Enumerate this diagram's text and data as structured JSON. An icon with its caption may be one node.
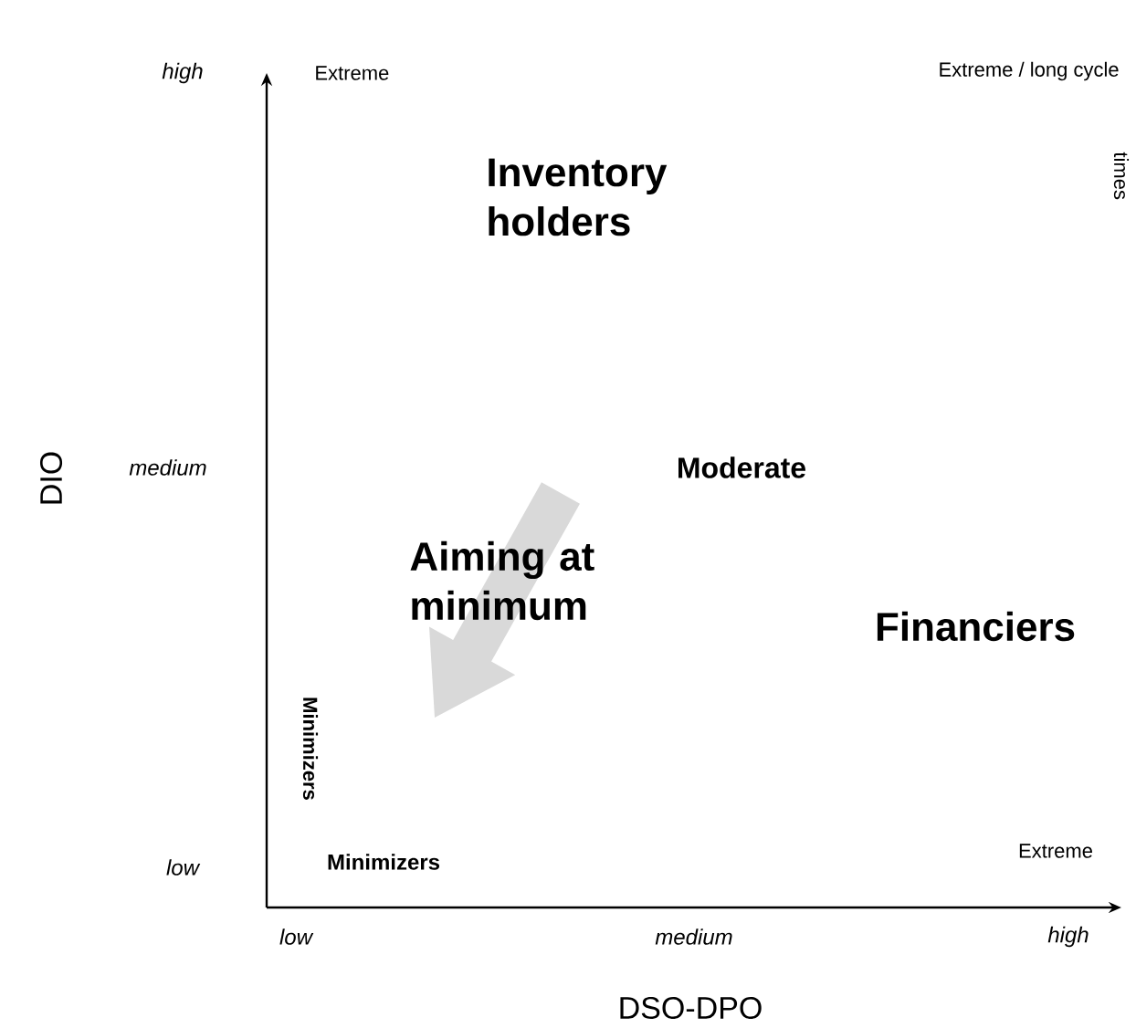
{
  "diagram": {
    "labels": [
      "high",
      "Extreme",
      "Extreme / long cycle",
      "times",
      "Inventory holders",
      "DIO",
      "medium",
      "Moderate",
      "Aiming at minimum",
      "Financiers",
      "Minimizers",
      "low",
      "Minimizers",
      "Extreme",
      "low",
      "medium",
      "high",
      "DSO-DPO"
    ]
  }
}
